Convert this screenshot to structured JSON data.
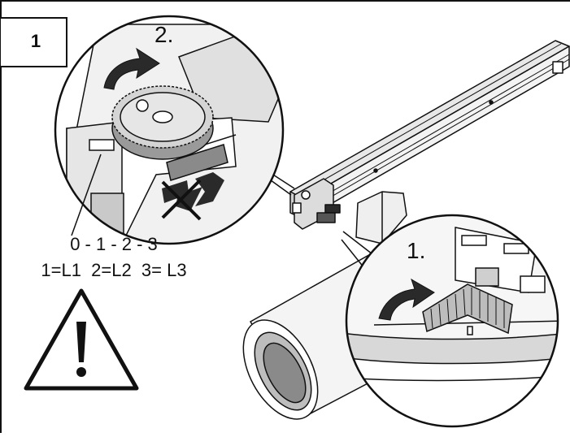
{
  "panel": {
    "step_number": "1",
    "step_upper": "2.",
    "step_lower": "1.",
    "phase_sequence": "0 - 1 - 2 - 3",
    "phase_mapping": "1=L1  2=L2  3= L3"
  },
  "colors": {
    "line": "#111111",
    "fill_light": "#e4e4e4",
    "fill_mid": "#c4c4c4",
    "fill_dark": "#2a2a2a",
    "background": "#ffffff"
  },
  "icons": [
    "curved-arrow-icon",
    "forbidden-slide-icon",
    "warning-triangle-icon",
    "phase-selector-dial-icon"
  ]
}
